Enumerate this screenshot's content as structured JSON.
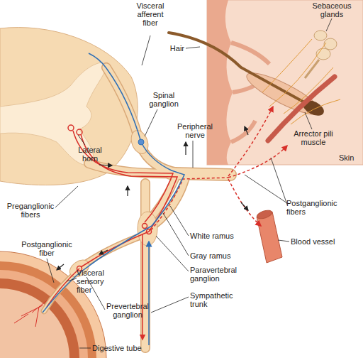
{
  "diagram": {
    "labels": [
      "Sebaceous glands",
      "Hair",
      "Visceral afferent fiber",
      "Spinal ganglion",
      "Lateral horn",
      "Peripheral nerve",
      "Arrector pili muscle",
      "Skin",
      "Preganglionic fibers",
      "Postganglionic fibers",
      "Blood vessel",
      "White ramus",
      "Gray ramus",
      "Paravertebral ganglion",
      "Sympathetic trunk",
      "Postganglionic fiber",
      "Visceral sensory fiber",
      "Prevertebral ganglion",
      "Digestive tube"
    ]
  }
}
